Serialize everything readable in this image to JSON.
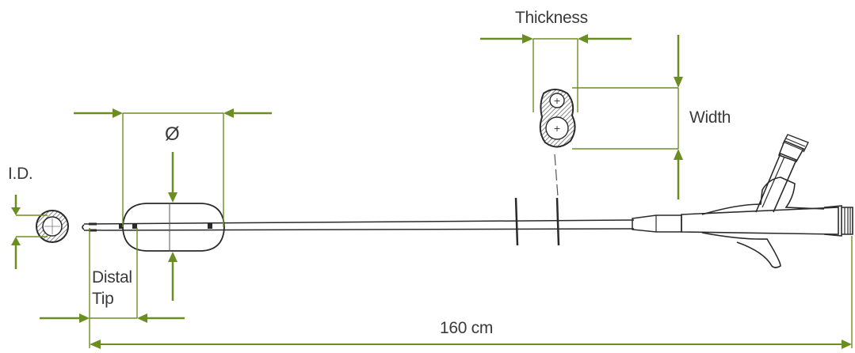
{
  "labels": {
    "thickness": "Thickness",
    "width": "Width",
    "diameter": "Ø",
    "inner_diameter": "I.D.",
    "distal": "Distal",
    "tip": "Tip",
    "length": "160 cm"
  },
  "colors": {
    "dimension": "#6b8e23",
    "ink": "#2a2a2a",
    "label": "#3a3a3a"
  }
}
